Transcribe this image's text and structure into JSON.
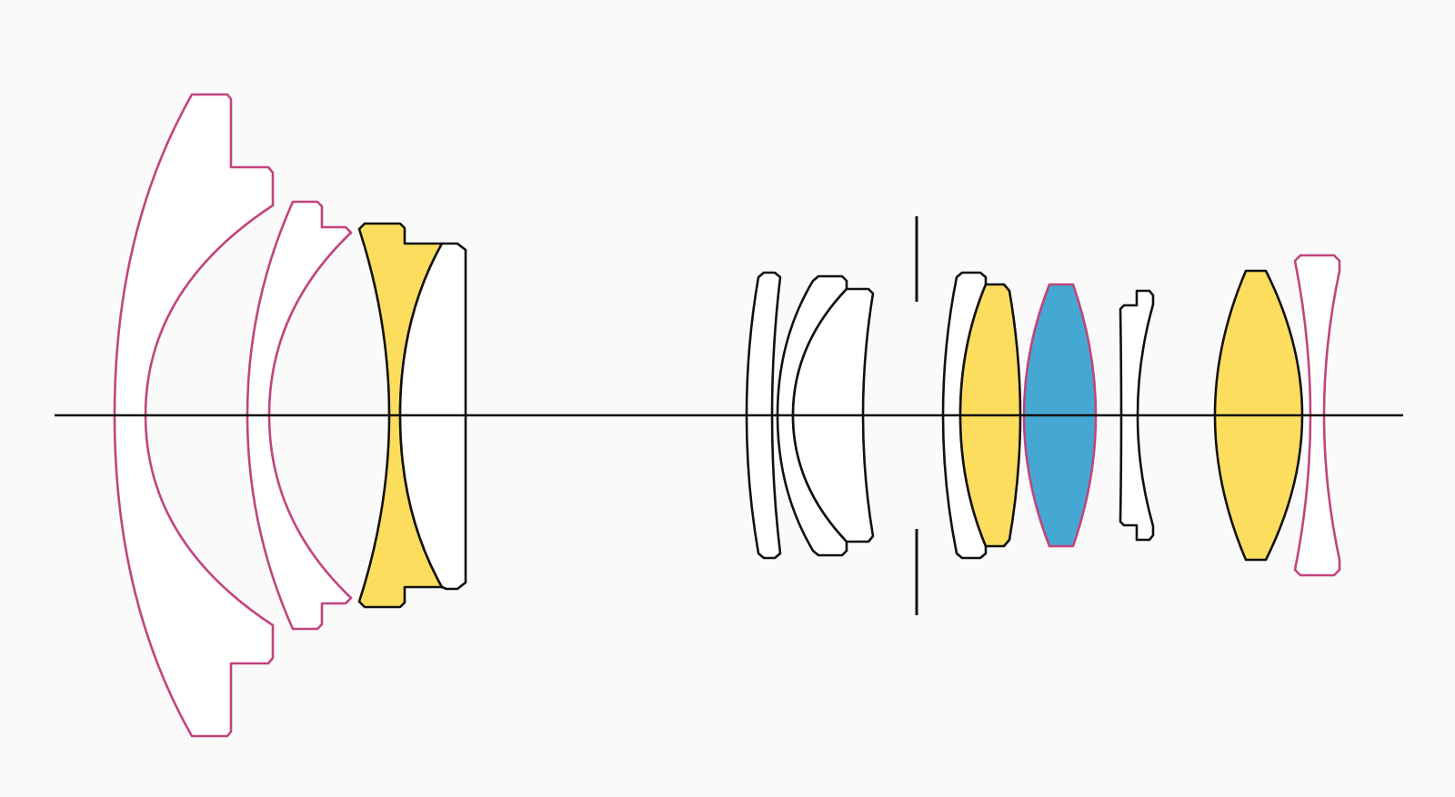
{
  "colors": {
    "background": "#fafafa",
    "axis": "#111111",
    "outline_standard": "#111111",
    "outline_aspherical": "#c2447e",
    "fill_none": "#ffffff",
    "fill_yellow": "#fddd5d",
    "fill_blue": "#45a8d2"
  },
  "elements": [
    {
      "name": "lens-element-1",
      "outline": "aspherical",
      "fill": "none"
    },
    {
      "name": "lens-element-2",
      "outline": "aspherical",
      "fill": "none"
    },
    {
      "name": "lens-element-3",
      "outline": "standard",
      "fill": "yellow"
    },
    {
      "name": "lens-element-4",
      "outline": "standard",
      "fill": "none"
    },
    {
      "name": "lens-element-5",
      "outline": "standard",
      "fill": "none"
    },
    {
      "name": "lens-element-6",
      "outline": "standard",
      "fill": "none"
    },
    {
      "name": "lens-element-7",
      "outline": "standard",
      "fill": "none"
    },
    {
      "name": "lens-element-8",
      "outline": "standard",
      "fill": "none"
    },
    {
      "name": "lens-element-9",
      "outline": "standard",
      "fill": "yellow"
    },
    {
      "name": "lens-element-10",
      "outline": "aspherical",
      "fill": "blue"
    },
    {
      "name": "lens-element-11",
      "outline": "standard",
      "fill": "none"
    },
    {
      "name": "lens-element-12",
      "outline": "standard",
      "fill": "yellow"
    },
    {
      "name": "lens-element-13",
      "outline": "aspherical",
      "fill": "none"
    }
  ]
}
